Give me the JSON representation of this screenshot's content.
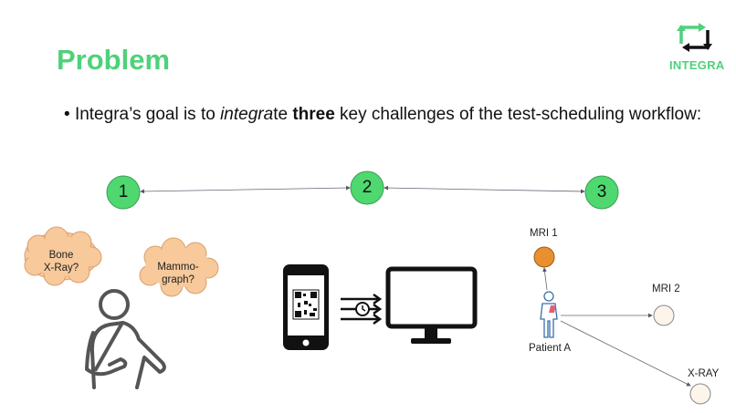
{
  "slide": {
    "title": "Problem",
    "bullet": {
      "part1": "Integra’s goal is to ",
      "italic": "integra",
      "part2": "te ",
      "bold": "three",
      "part3": " key challenges of the test-scheduling workflow:"
    }
  },
  "logo": {
    "text": "INTEGRA",
    "colors": {
      "green": "#4fd17a",
      "black": "#111111"
    }
  },
  "steps": [
    {
      "label": "1"
    },
    {
      "label": "2"
    },
    {
      "label": "3"
    }
  ],
  "challenge1": {
    "clouds": [
      {
        "line1": "Bone",
        "line2": "X-Ray?"
      },
      {
        "line1": "Mammo-",
        "line2": "graph?"
      }
    ]
  },
  "challenge3": {
    "patient": "Patient A",
    "targets": [
      {
        "label": "MRI 1",
        "color": "#e8902f"
      },
      {
        "label": "MRI 2",
        "color": "#fdf5ec"
      },
      {
        "label": "X-RAY",
        "color": "#fdf5ec"
      }
    ]
  },
  "colors": {
    "accent": "#4fd17a",
    "step_circle": "#4ed86f",
    "cloud": "#f7c99b"
  }
}
